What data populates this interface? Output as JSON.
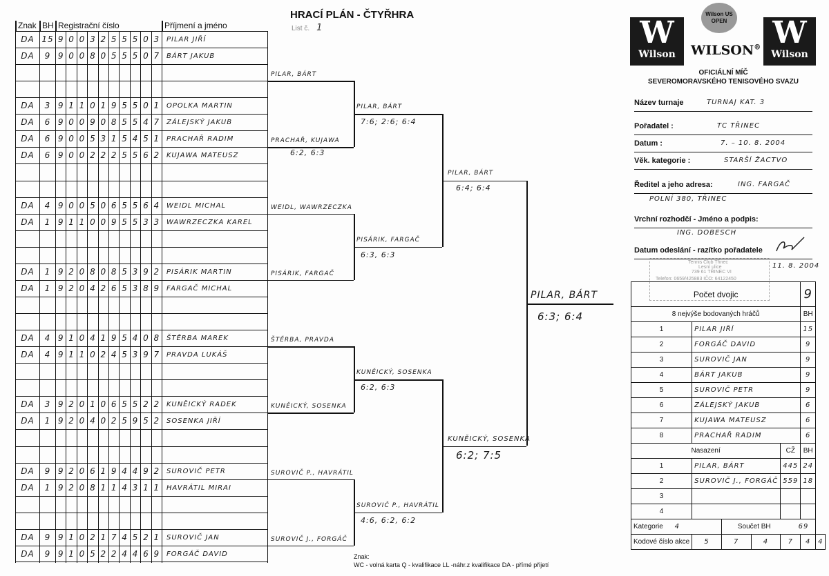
{
  "header": {
    "title": "HRACÍ PLÁN - ČTYŘHRA",
    "sheet_label": "List č.",
    "sheet_number": "1"
  },
  "columns": {
    "znak": "Znak",
    "bh": "BH",
    "reg": "Registrační číslo",
    "name": "Příjmení a jméno"
  },
  "rows": [
    {
      "znak": "DA",
      "bh": "15",
      "reg": "9003255503",
      "name": "PILAR JIŘÍ"
    },
    {
      "znak": "DA",
      "bh": "9",
      "reg": "9008055507",
      "name": "BÁRT JAKUB"
    },
    {
      "znak": "",
      "bh": "",
      "reg": "",
      "name": ""
    },
    {
      "znak": "",
      "bh": "",
      "reg": "",
      "name": ""
    },
    {
      "znak": "DA",
      "bh": "3",
      "reg": "9110195501",
      "name": "OPOLKA MARTIN"
    },
    {
      "znak": "DA",
      "bh": "6",
      "reg": "9009085547",
      "name": "ZÁLEJSKÝ JAKUB"
    },
    {
      "znak": "DA",
      "bh": "6",
      "reg": "9005315451",
      "name": "PRACHAŘ RADIM"
    },
    {
      "znak": "DA",
      "bh": "6",
      "reg": "9002225562",
      "name": "KUJAWA MATEUSZ"
    },
    {
      "znak": "",
      "bh": "",
      "reg": "",
      "name": ""
    },
    {
      "znak": "",
      "bh": "",
      "reg": "",
      "name": ""
    },
    {
      "znak": "DA",
      "bh": "4",
      "reg": "9005065564",
      "name": "WEIDL MICHAL"
    },
    {
      "znak": "DA",
      "bh": "1",
      "reg": "9110095533",
      "name": "WAWRZECZKA KAREL"
    },
    {
      "znak": "",
      "bh": "",
      "reg": "",
      "name": ""
    },
    {
      "znak": "",
      "bh": "",
      "reg": "",
      "name": ""
    },
    {
      "znak": "DA",
      "bh": "1",
      "reg": "9208085392",
      "name": "PISÁRIK MARTIN"
    },
    {
      "znak": "DA",
      "bh": "1",
      "reg": "9204265389",
      "name": "FARGAČ MICHAL"
    },
    {
      "znak": "",
      "bh": "",
      "reg": "",
      "name": ""
    },
    {
      "znak": "",
      "bh": "",
      "reg": "",
      "name": ""
    },
    {
      "znak": "DA",
      "bh": "4",
      "reg": "9104195408",
      "name": "ŠTĚRBA MAREK"
    },
    {
      "znak": "DA",
      "bh": "4",
      "reg": "9110245397",
      "name": "PRAVDA LUKÁŠ"
    },
    {
      "znak": "",
      "bh": "",
      "reg": "",
      "name": ""
    },
    {
      "znak": "",
      "bh": "",
      "reg": "",
      "name": ""
    },
    {
      "znak": "DA",
      "bh": "3",
      "reg": "9201065522",
      "name": "KUNĚICKÝ RADEK"
    },
    {
      "znak": "DA",
      "bh": "1",
      "reg": "9204025952",
      "name": "SOSENKA JIŘÍ"
    },
    {
      "znak": "",
      "bh": "",
      "reg": "",
      "name": ""
    },
    {
      "znak": "",
      "bh": "",
      "reg": "",
      "name": ""
    },
    {
      "znak": "DA",
      "bh": "9",
      "reg": "9206194492",
      "name": "SUROVIČ PETR"
    },
    {
      "znak": "DA",
      "bh": "1",
      "reg": "9208114311",
      "name": "HAVRÁTIL MIRAI"
    },
    {
      "znak": "",
      "bh": "",
      "reg": "",
      "name": ""
    },
    {
      "znak": "",
      "bh": "",
      "reg": "",
      "name": ""
    },
    {
      "znak": "DA",
      "bh": "9",
      "reg": "9102174521",
      "name": "SUROVIČ JAN"
    },
    {
      "znak": "DA",
      "bh": "9",
      "reg": "9105224469",
      "name": "FORGÁČ DAVID"
    }
  ],
  "bracket": {
    "round1": [
      {
        "winner": "PILAR, BÁRT",
        "score": ""
      },
      {
        "winner": "PRACHAŘ, KUJAWA",
        "score": "6:2, 6:3"
      },
      {
        "winner": "WEIDL, WAWRZECZKA",
        "score": ""
      },
      {
        "winner": "PISÁRIK, FARGAČ",
        "score": ""
      },
      {
        "winner": "ŠTĚRBA, PRAVDA",
        "score": ""
      },
      {
        "winner": "KUNĚICKÝ, SOSENKA",
        "score": ""
      },
      {
        "winner": "SUROVIČ P., HAVRÁTIL",
        "score": ""
      },
      {
        "winner": "SUROVIČ J., FORGÁČ",
        "score": ""
      }
    ],
    "round2": [
      {
        "winner": "PILAR, BÁRT",
        "score": "7:6; 2:6; 6:4"
      },
      {
        "winner": "PISÁRIK, FARGAČ",
        "score": "6:3, 6:3"
      },
      {
        "winner": "KUNĚICKÝ, SOSENKA",
        "score": "6:2, 6:3"
      },
      {
        "winner": "SUROVIČ P., HAVRÁTIL",
        "score": "4:6, 6:2, 6:2"
      }
    ],
    "semifinal": [
      {
        "winner": "PILAR, BÁRT",
        "score": "6:4; 6:4"
      },
      {
        "winner": "KUNĚICKÝ, SOSENKA",
        "score": "6:2; 7:5"
      }
    ],
    "final": {
      "winner": "PILAR, BÁRT",
      "score": "6:3; 6:4"
    }
  },
  "sponsor": {
    "logo_letter": "W",
    "logo_name": "Wilson",
    "ball_text": "Wilson US OPEN",
    "brand": "WILSON",
    "reg_mark": "®",
    "line1": "OFICIÁLNÍ MÍČ",
    "line2": "SEVEROMORAVSKÉHO TENISOVÉHO SVAZU"
  },
  "info": {
    "tournament_label": "Název turnaje",
    "tournament": "TURNAJ KAT. 3",
    "organizer_label": "Pořadatel :",
    "organizer": "TC TŘINEC",
    "date_label": "Datum :",
    "date": "7. – 10. 8. 2004",
    "age_label": "Věk. kategorie :",
    "age": "STARŠÍ ŽACTVO",
    "director_label": "Ředitel a jeho adresa:",
    "director": "ING. FARGAČ",
    "director_address": "POLNÍ 380, TŘINEC",
    "referee_label": "Vrchní rozhodčí - Jméno a podpis:",
    "referee": "ING. DOBESCH",
    "sent_label": "Datum odeslání - razítko pořadatele",
    "sent_date": "11. 8. 2004",
    "stamp_lines": [
      "Tennis Club Třinec",
      "Lesní ulice",
      "739 61   TŘINEC VI",
      "Telefon: 0659/425883   IČO: 64122450"
    ]
  },
  "summary": {
    "pairs_label": "Počet dvojic",
    "pairs": "9",
    "top_label": "8 nejvýše bodovaných hráčů",
    "bh_label": "BH",
    "top_players": [
      {
        "n": "1",
        "name": "PILAR JIŘÍ",
        "bh": "15"
      },
      {
        "n": "2",
        "name": "FORGÁČ DAVID",
        "bh": "9"
      },
      {
        "n": "3",
        "name": "SUROVIČ JAN",
        "bh": "9"
      },
      {
        "n": "4",
        "name": "BÁRT JAKUB",
        "bh": "9"
      },
      {
        "n": "5",
        "name": "SUROVIČ PETR",
        "bh": "9"
      },
      {
        "n": "6",
        "name": "ZÁLEJSKÝ JAKUB",
        "bh": "6"
      },
      {
        "n": "7",
        "name": "KUJAWA MATEUSZ",
        "bh": "6"
      },
      {
        "n": "8",
        "name": "PRACHAŘ RADIM",
        "bh": "6"
      }
    ],
    "seeding_label": "Nasazení",
    "cz_label": "CŽ",
    "seeds": [
      {
        "n": "1",
        "name": "PILAR, BÁRT",
        "cz": "445",
        "bh": "24"
      },
      {
        "n": "2",
        "name": "SUROVIČ J., FORGÁČ",
        "cz": "559",
        "bh": "18"
      },
      {
        "n": "3",
        "name": "",
        "cz": "",
        "bh": ""
      },
      {
        "n": "4",
        "name": "",
        "cz": "",
        "bh": ""
      }
    ],
    "category_label": "Kategorie",
    "category": "4",
    "bh_sum_label": "Součet BH",
    "bh_sum": "69",
    "code_label": "Kodové číslo akce",
    "code_digits": [
      "5",
      "7",
      "4",
      "7",
      "4",
      "4"
    ]
  },
  "footer": {
    "label": "Znak:",
    "legend": "WC - volná karta Q - kvalifikace LL -náhr.z kvalifikace DA - přímé přijetí"
  }
}
